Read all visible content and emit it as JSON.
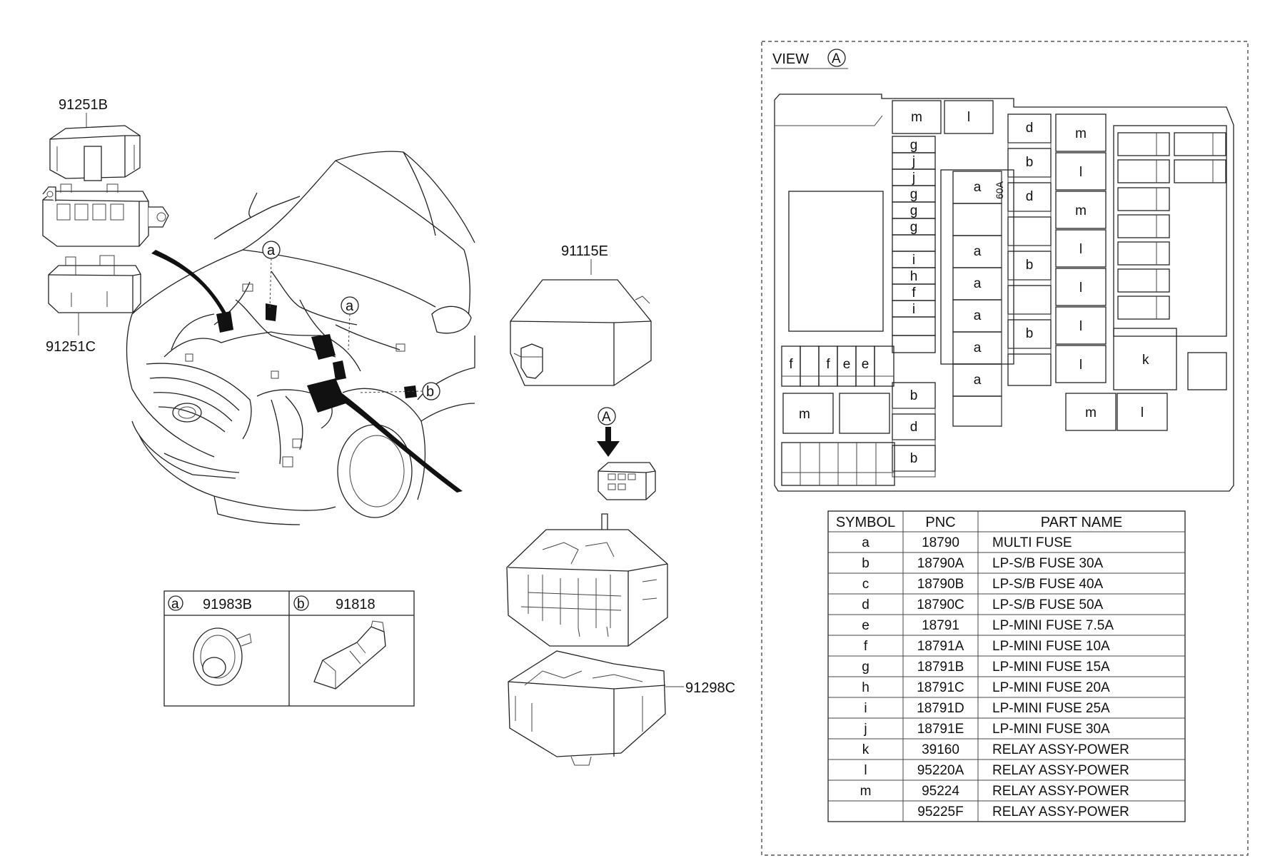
{
  "parts": {
    "fuse_cover": "91251B",
    "fuse_box_bracket": "91251C",
    "upper_cover": "91115E",
    "lower_cover": "91298C"
  },
  "view": {
    "title": "VIEW",
    "marker": "A",
    "arrow_marker": "A"
  },
  "callouts": {
    "a": "a",
    "b": "b"
  },
  "legend_box": {
    "a_symbol": "a",
    "a_pnc": "91983B",
    "b_symbol": "b",
    "b_pnc": "91818"
  },
  "fuse_layout": {
    "top_relays": [
      "m",
      "l"
    ],
    "left_col": [
      "g",
      "j",
      "j",
      "g",
      "g",
      "g",
      "",
      "i",
      "h",
      "f",
      "i"
    ],
    "left_lower": [
      "b",
      "d",
      "b"
    ],
    "small_row": [
      "f",
      "",
      "f",
      "e",
      "e"
    ],
    "multi_col": [
      "a",
      "",
      "a",
      "a",
      "a",
      "a",
      "a"
    ],
    "multi_side_label": "60A",
    "right_col": [
      "d",
      "b",
      "d",
      "",
      "b",
      "",
      "b"
    ],
    "relay_col": [
      "m",
      "l",
      "m",
      "l",
      "l",
      "l",
      "l"
    ],
    "bottom_m": "m",
    "bottom_relays": [
      "m",
      "l"
    ],
    "big_relay": "k"
  },
  "table": {
    "headers": [
      "SYMBOL",
      "PNC",
      "PART NAME"
    ],
    "rows": [
      {
        "symbol": "a",
        "pnc": "18790",
        "name": "MULTI FUSE"
      },
      {
        "symbol": "b",
        "pnc": "18790A",
        "name": "LP-S/B FUSE 30A"
      },
      {
        "symbol": "c",
        "pnc": "18790B",
        "name": "LP-S/B FUSE 40A"
      },
      {
        "symbol": "d",
        "pnc": "18790C",
        "name": "LP-S/B FUSE 50A"
      },
      {
        "symbol": "e",
        "pnc": "18791",
        "name": "LP-MINI FUSE 7.5A"
      },
      {
        "symbol": "f",
        "pnc": "18791A",
        "name": "LP-MINI FUSE 10A"
      },
      {
        "symbol": "g",
        "pnc": "18791B",
        "name": "LP-MINI FUSE 15A"
      },
      {
        "symbol": "h",
        "pnc": "18791C",
        "name": "LP-MINI FUSE 20A"
      },
      {
        "symbol": "i",
        "pnc": "18791D",
        "name": "LP-MINI FUSE 25A"
      },
      {
        "symbol": "j",
        "pnc": "18791E",
        "name": "LP-MINI FUSE 30A"
      },
      {
        "symbol": "k",
        "pnc": "39160",
        "name": "RELAY ASSY-POWER"
      },
      {
        "symbol": "l",
        "pnc": "95220A",
        "name": "RELAY ASSY-POWER"
      },
      {
        "symbol": "m",
        "pnc": "95224",
        "name": "RELAY ASSY-POWER"
      },
      {
        "symbol": "",
        "pnc": "95225F",
        "name": "RELAY ASSY-POWER"
      }
    ]
  }
}
